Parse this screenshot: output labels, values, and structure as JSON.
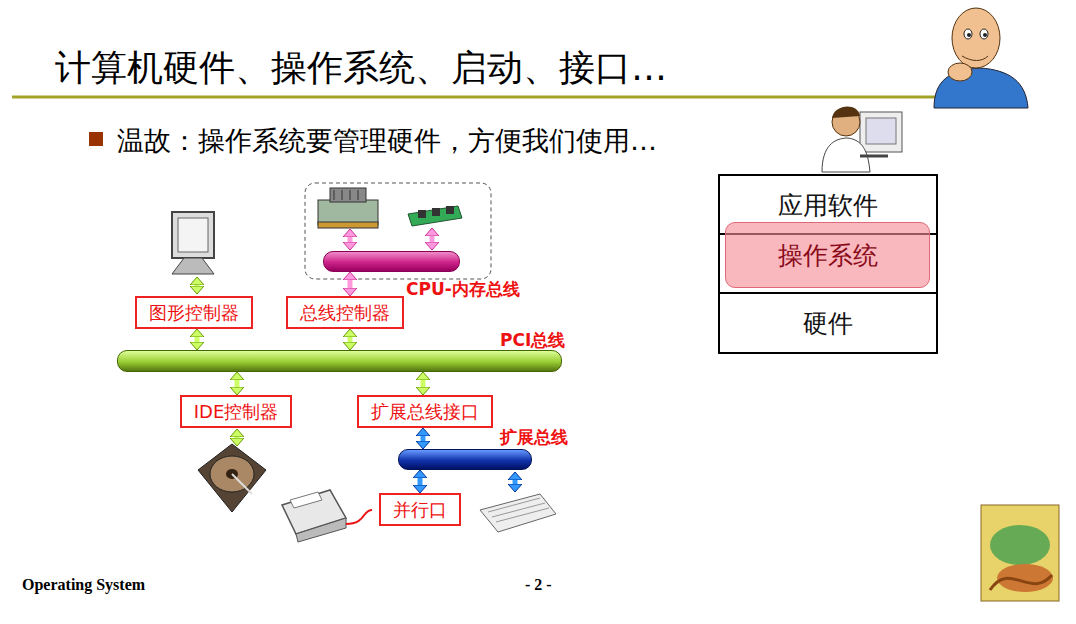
{
  "diagram": {
    "title": "计算机硬件、操作系统、启动、接口…",
    "nodes": [
      {
        "text": [
          "CPU-内存总线"
        ]
      },
      {
        "text": [
          "图形控制器"
        ]
      },
      {
        "text": [
          "总线控制器"
        ]
      },
      {
        "text": [
          "PCI总线"
        ]
      },
      {
        "text": [
          "IDE控制器"
        ]
      },
      {
        "text": [
          "扩展总线接口"
        ]
      },
      {
        "text": [
          "扩展总线"
        ]
      },
      {
        "text": [
          "并行口"
        ]
      },
      {
        "text": [
          "应用软件"
        ]
      },
      {
        "text": [
          "操作系统"
        ]
      },
      {
        "text": [
          "硬件"
        ]
      }
    ],
    "edges": [
      {
        "from": 1,
        "to": 3,
        "arrow": "both"
      },
      {
        "from": 0,
        "to": 2,
        "arrow": "both"
      },
      {
        "from": 2,
        "to": 3,
        "arrow": "both"
      },
      {
        "from": 3,
        "to": 4,
        "arrow": "both"
      },
      {
        "from": 3,
        "to": 5,
        "arrow": "both"
      },
      {
        "from": 5,
        "to": 6,
        "arrow": "both"
      },
      {
        "from": 6,
        "to": 7,
        "arrow": "both"
      }
    ],
    "labels": [
      "温故：操作系统要管理硬件，方便我们使用…",
      "Operating System",
      "- 2 -"
    ]
  }
}
